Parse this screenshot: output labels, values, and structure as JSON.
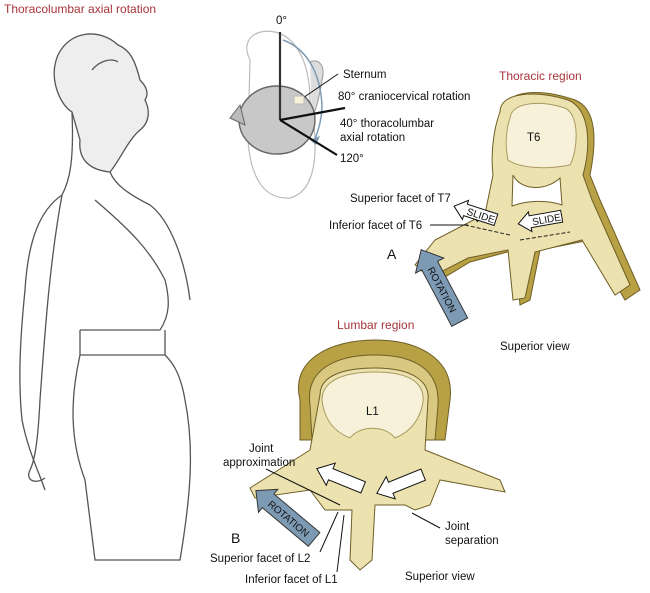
{
  "title": "Thoracolumbar axial rotation",
  "colors": {
    "title_red": "#a6343a",
    "bone_light": "#ece2b0",
    "bone_dark": "#b8a045",
    "bone_inner": "#f6f1d8",
    "rotation_blue": "#7d9ab4"
  },
  "head_diagram": {
    "angle_0": "0°",
    "sternum": "Sternum",
    "cranio": "80° craniocervical rotation",
    "thoraco_line1": "40° thoracolumbar",
    "thoraco_line2": "axial rotation",
    "angle_120": "120°"
  },
  "panel_a": {
    "region": "Thoracic region",
    "vertebra": "T6",
    "sup_facet": "Superior facet of T7",
    "inf_facet": "Inferior facet of T6",
    "letter": "A",
    "slide1": "SLIDE",
    "slide2": "SLIDE",
    "rotation": "ROTATION",
    "view": "Superior view"
  },
  "panel_b": {
    "region": "Lumbar region",
    "vertebra": "L1",
    "approx_line1": "Joint",
    "approx_line2": "approximation",
    "letter": "B",
    "rotation": "ROTATION",
    "sup_facet": "Superior facet of L2",
    "inf_facet": "Inferior facet of L1",
    "sep_line1": "Joint",
    "sep_line2": "separation",
    "view": "Superior view"
  }
}
